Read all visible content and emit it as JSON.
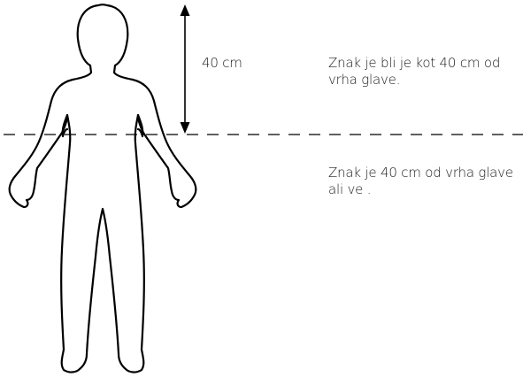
{
  "diagram": {
    "measurement_label": "40 cm",
    "note_above_line": "Znak je bli je kot 40 cm od vrha glave.",
    "note_below_line": "Znak je 40 cm od vrha glave ali ve .",
    "colors": {
      "stroke": "#000000",
      "text": "#1a1a1a",
      "background": "#ffffff"
    }
  }
}
